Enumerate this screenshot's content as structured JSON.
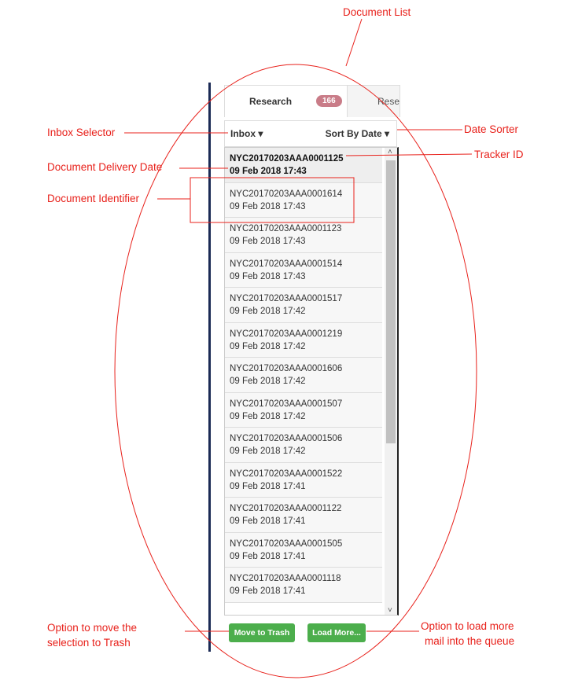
{
  "annotations": {
    "document_list": "Document List",
    "inbox_selector": "Inbox Selector",
    "date_sorter": "Date Sorter",
    "tracker_id": "Tracker ID",
    "delivery_date": "Document Delivery Date",
    "identifier": "Document Identifier",
    "trash_line1": "Option to move the",
    "trash_line2": "selection to Trash",
    "load_line1": "Option to load more",
    "load_line2": "mail into the queue"
  },
  "tabs": [
    {
      "label": "Research",
      "badge": "166"
    },
    {
      "label": "Research"
    }
  ],
  "toolbar": {
    "inbox": "Inbox ▾",
    "sort": "Sort By Date ▾"
  },
  "documents": [
    {
      "id": "NYC20170203AAA0001125",
      "date": "09 Feb 2018 17:43"
    },
    {
      "id": "NYC20170203AAA0001614",
      "date": "09 Feb 2018 17:43"
    },
    {
      "id": "NYC20170203AAA0001123",
      "date": "09 Feb 2018 17:43"
    },
    {
      "id": "NYC20170203AAA0001514",
      "date": "09 Feb 2018 17:43"
    },
    {
      "id": "NYC20170203AAA0001517",
      "date": "09 Feb 2018 17:42"
    },
    {
      "id": "NYC20170203AAA0001219",
      "date": "09 Feb 2018 17:42"
    },
    {
      "id": "NYC20170203AAA0001606",
      "date": "09 Feb 2018 17:42"
    },
    {
      "id": "NYC20170203AAA0001507",
      "date": "09 Feb 2018 17:42"
    },
    {
      "id": "NYC20170203AAA0001506",
      "date": "09 Feb 2018 17:42"
    },
    {
      "id": "NYC20170203AAA0001522",
      "date": "09 Feb 2018 17:41"
    },
    {
      "id": "NYC20170203AAA0001122",
      "date": "09 Feb 2018 17:41"
    },
    {
      "id": "NYC20170203AAA0001505",
      "date": "09 Feb 2018 17:41"
    },
    {
      "id": "NYC20170203AAA0001118",
      "date": "09 Feb 2018 17:41"
    }
  ],
  "buttons": {
    "trash": "Move to Trash",
    "load": "Load More..."
  }
}
